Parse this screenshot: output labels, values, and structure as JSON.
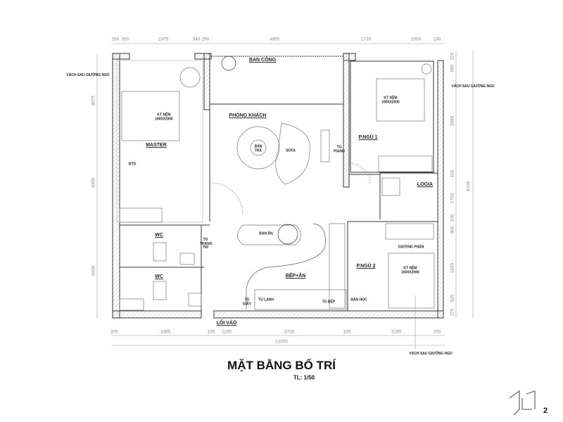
{
  "title": "MẶT BẰNG BỐ TRÍ",
  "scale": "TL: 1/50",
  "page_number": "2",
  "wall_note": "VÁCH SAU GIƯỜNG NGỦ",
  "rooms": {
    "balcony": "BAN CÔNG",
    "master": "MASTER",
    "master_bed": "KT NỆM 1800X2000",
    "btd": "BTD",
    "living": "PHÒNG KHÁCH",
    "coffee_table": "BÀN TRÀ",
    "sofa": "SOFA",
    "piano": "TỦ PIANO",
    "bed1": "P.NGỦ 1",
    "bed1_mattress": "KT NỆM 1600X2000",
    "logia": "LOGIA",
    "wc1": "WC",
    "wc2": "WC",
    "display_cabinet": "TỦ TRANG TRÍ",
    "dining_table": "BÀN ĂN",
    "kitchen": "BẾP+ĂN",
    "shoe_cabinet": "TỦ GIẦY",
    "fridge": "TỦ LẠNH",
    "kitchen_cabinet": "TỦ BẾP",
    "bed2": "P.NGỦ 2",
    "bunk": "GIƯỜNG PHẢN",
    "bed2_mattress": "KT NỆM 1600X2000",
    "desk": "BÀN HỌC",
    "entrance": "LỐI VÀO"
  },
  "dims": {
    "top": [
      "260",
      "350",
      "2375",
      "340",
      "260",
      "4855",
      "1730",
      "1600",
      "230"
    ],
    "left": [
      "3075",
      "3005",
      "3400"
    ],
    "right": [
      "215",
      "590",
      "3595",
      "100",
      "1700",
      "100",
      "900",
      "1600",
      "625",
      "275"
    ],
    "right_total": "9705",
    "bottom": [
      "200",
      "3385",
      "100",
      "1100",
      "3730",
      "100",
      "3190",
      "200"
    ],
    "bottom_total": "12005"
  }
}
